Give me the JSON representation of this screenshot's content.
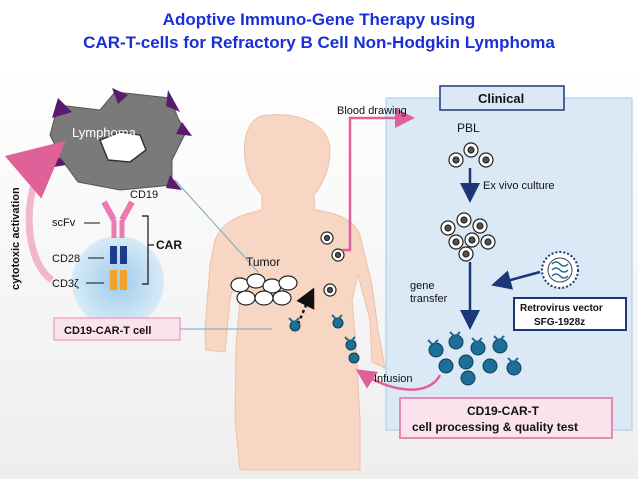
{
  "title": {
    "line1": "Adoptive Immuno-Gene Therapy using",
    "line2": "CAR-T-cells for Refractory B Cell Non-Hodgkin Lymphoma"
  },
  "diagram": {
    "lymphoma": "Lymphoma",
    "cytotoxic": "cytotoxic activation",
    "cd19": "CD19",
    "scfv": "scFv",
    "cd28": "CD28",
    "cd3z": "CD3ζ",
    "car": "CAR",
    "car_cell": "CD19-CAR-T cell",
    "tumor": "Tumor",
    "blood": "Blood drawing",
    "clinical": "Clinical",
    "pbl": "PBL",
    "exvivo": "Ex vivo culture",
    "gene1": "gene",
    "gene2": "transfer",
    "retro1": "Retrovirus vector",
    "retro2": "SFG-1928z",
    "infusion": "Infusion",
    "process1": "CD19-CAR-T",
    "process2": "cell processing & quality test"
  },
  "colors": {
    "title": "#1a2fd6",
    "clinical_panel": "#dbe9f7",
    "pink": "#e0609a",
    "cell_blue": "#1c6f96",
    "navy": "#1c3778",
    "skin": "#f7d6c3"
  }
}
